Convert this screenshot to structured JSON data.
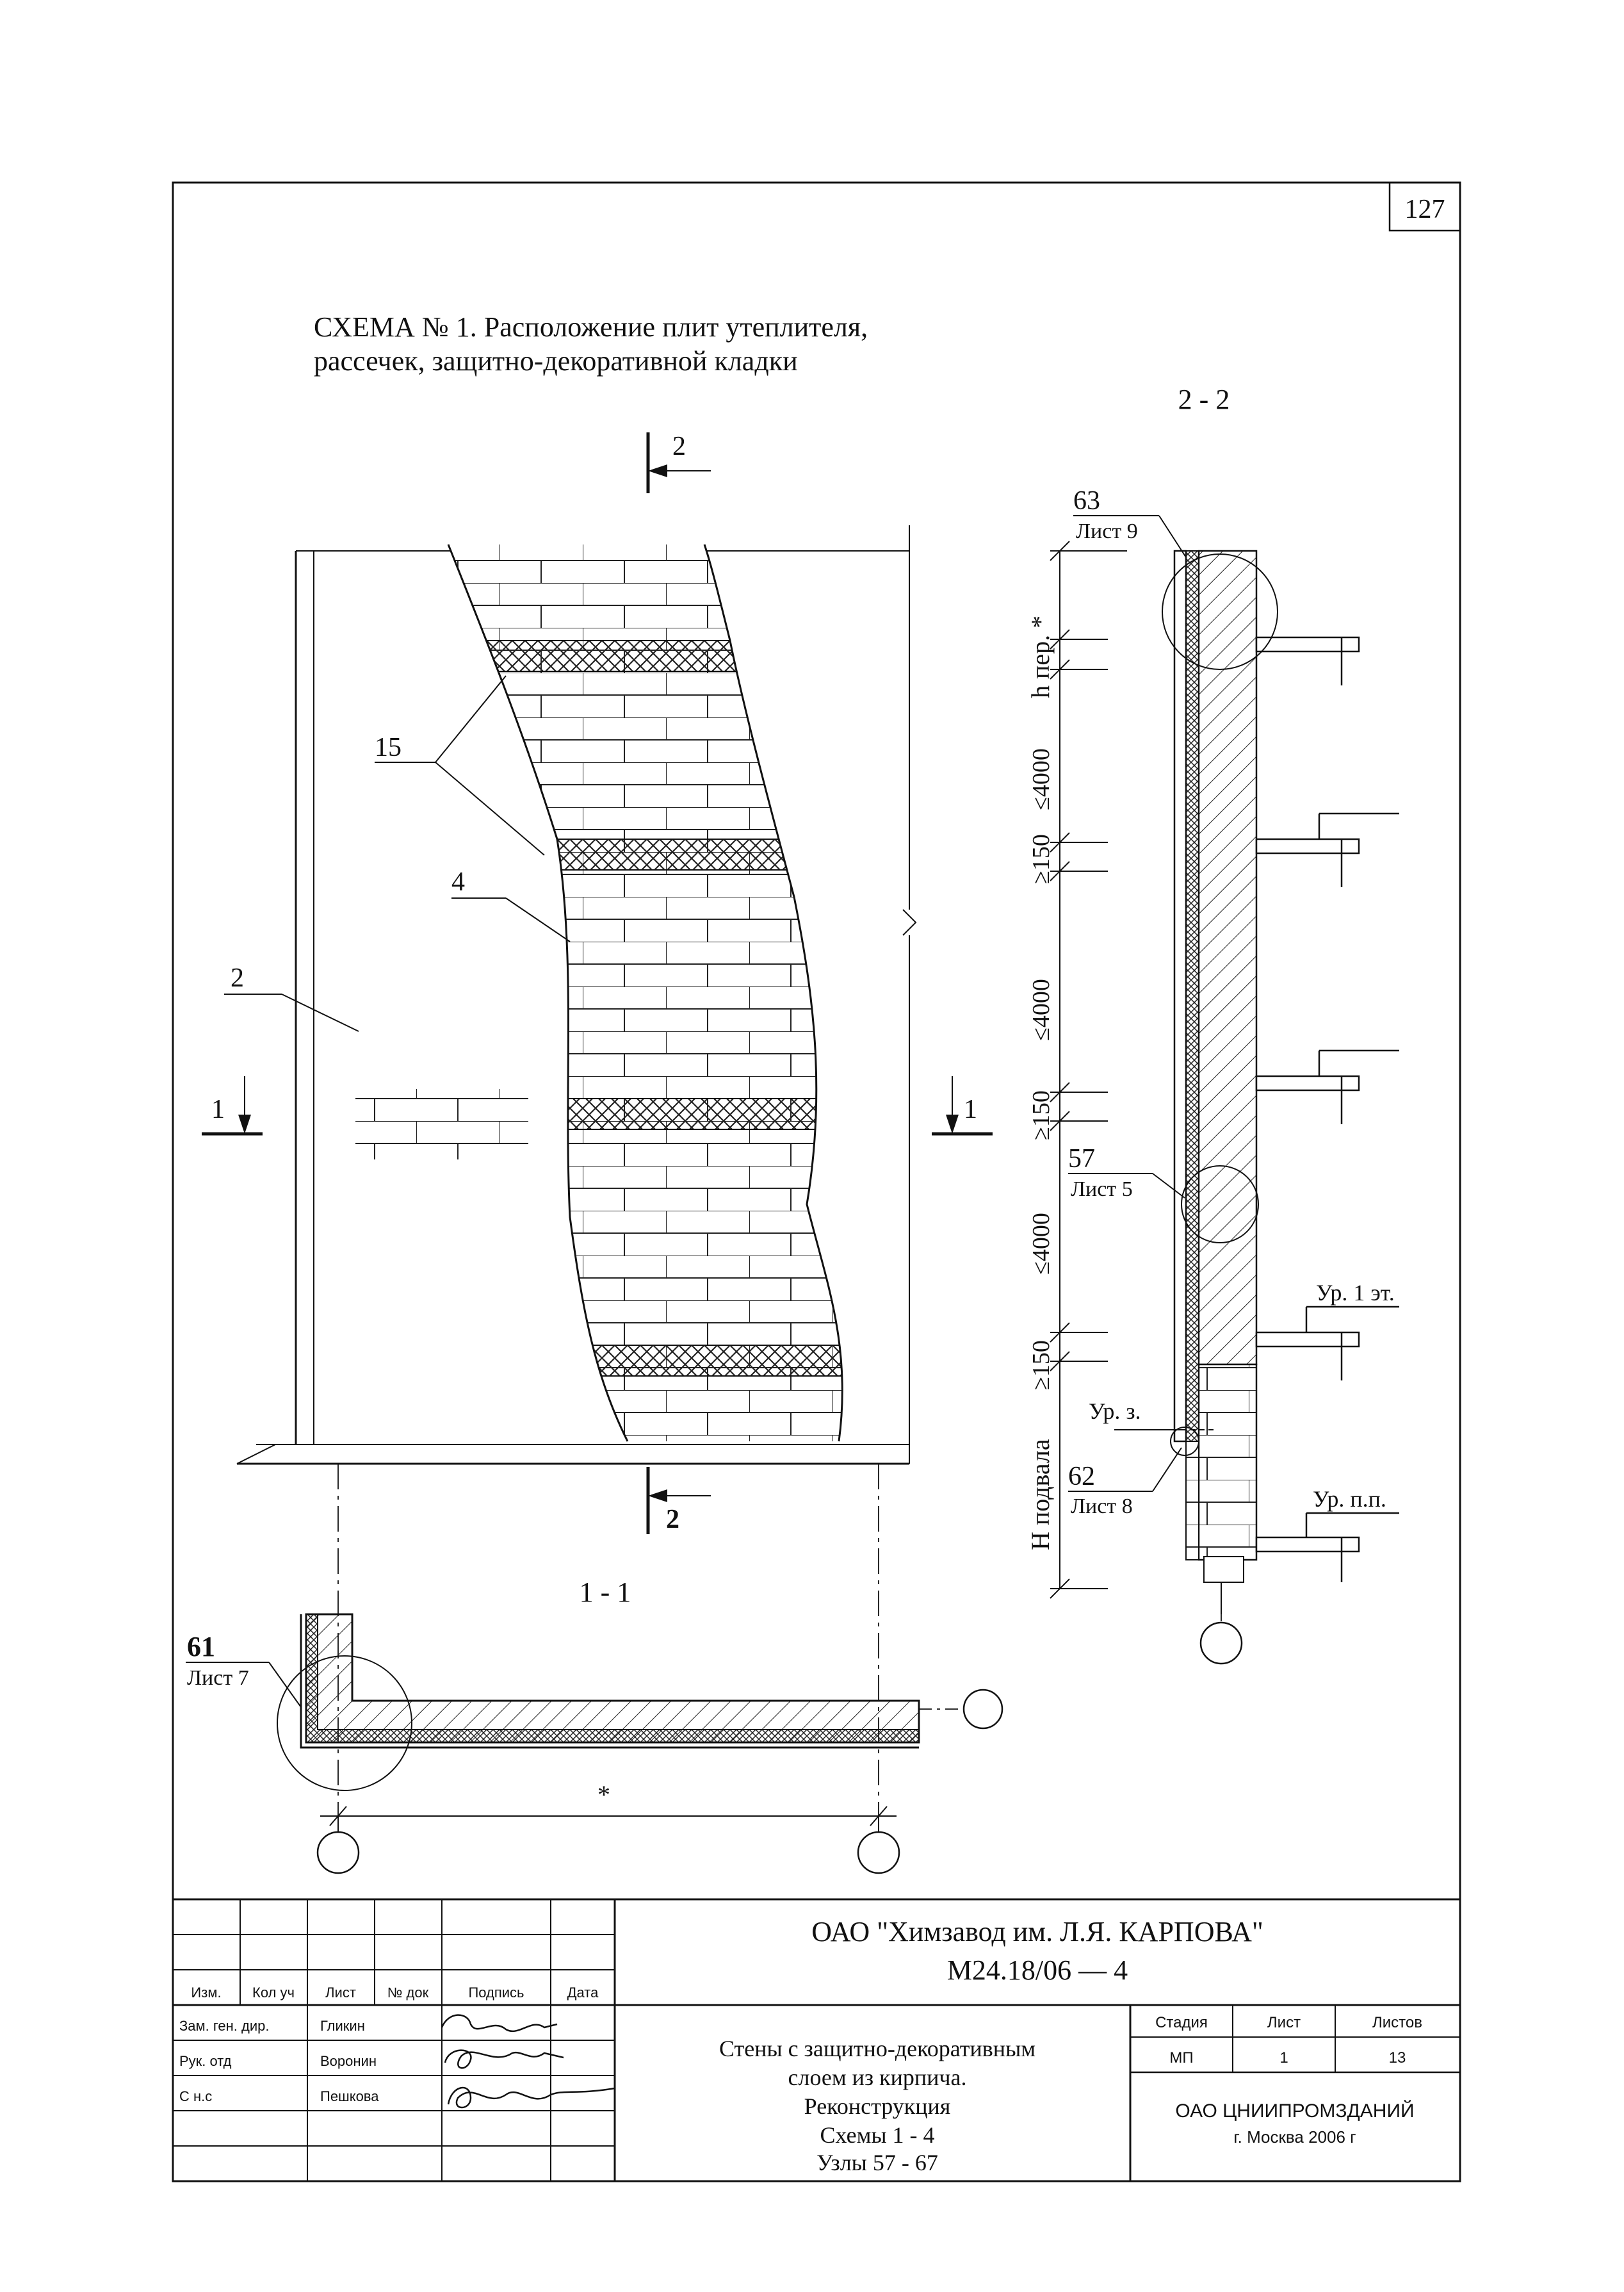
{
  "sheet": {
    "page_number": "127"
  },
  "drawing": {
    "title_line1": "СХЕМА № 1. Расположение плит утеплителя,",
    "title_line2": "рассечек, защитно-декоративной кладки",
    "section_2_2": "2 - 2",
    "section_1_1": "1 - 1",
    "cut_marker_2": "2",
    "cut_marker_1": "1",
    "callouts": {
      "c15": "15",
      "c4": "4",
      "c2": "2",
      "c63": "63",
      "c63_sheet": "Лист 9",
      "c57": "57",
      "c57_sheet": "Лист 5",
      "c62": "62",
      "c62_sheet": "Лист 8",
      "c61": "61",
      "c61_sheet": "Лист 7"
    },
    "dimensions": {
      "h_floor": "h пер. *",
      "max4000_a": "≤4000",
      "min150_a": "≥150",
      "max4000_b": "≤4000",
      "min150_b": "≥150",
      "max4000_c": "≤4000",
      "min150_c": "≥150",
      "h_basement": "H подвала",
      "star": "*"
    },
    "levels": {
      "first_floor": "Ур. 1 эт.",
      "ground": "Ур. з.",
      "floor_level": "Ур. п.п."
    }
  },
  "title_block": {
    "organization": "ОАО \"Химзавод им. Л.Я. КАРПОВА\"",
    "code": "М24.18/06 — 4",
    "headers": [
      "Изм.",
      "Кол уч",
      "Лист",
      "№ док",
      "Подпись",
      "Дата"
    ],
    "roles": [
      {
        "role": "Зам. ген. дир.",
        "name": "Гликин"
      },
      {
        "role": "Рук. отд",
        "name": "Воронин"
      },
      {
        "role": "С н.с",
        "name": "Пешкова"
      }
    ],
    "description": [
      "Стены с защитно-декоративным",
      "слоем из кирпича.",
      "Реконструкция",
      "Схемы 1 - 4",
      "Узлы 57 - 67"
    ],
    "stage_header": "Стадия",
    "sheet_header": "Лист",
    "sheets_header": "Листов",
    "stage": "МП",
    "sheet": "1",
    "sheets": "13",
    "institute": "ОАО ЦНИИПРОМЗДАНИЙ",
    "city_year": "г. Москва 2006 г"
  }
}
